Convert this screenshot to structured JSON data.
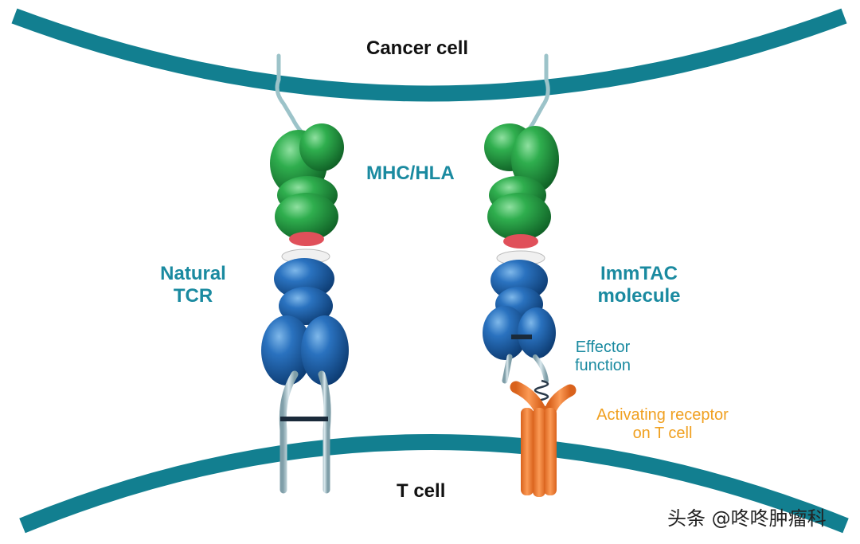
{
  "labels": {
    "cancer_cell": "Cancer cell",
    "t_cell": "T cell",
    "mhc_hla": "MHC/HLA",
    "natural_tcr": [
      "Natural",
      "TCR"
    ],
    "immtac_molecule": [
      "ImmTAC",
      "molecule"
    ],
    "effector_function": [
      "Effector",
      "function"
    ],
    "activating_receptor": [
      "Activating receptor",
      "on T cell"
    ],
    "watermark": "头条 @咚咚肿瘤科"
  },
  "colors": {
    "membrane": "#127f90",
    "label_teal": "#1a8aa0",
    "label_orange": "#f0a020",
    "mhc_green": "#1f9a3a",
    "peptide_red": "#e0505a",
    "tcr_blue": "#1e62a8",
    "receptor_orange": "#f08238",
    "stalk": "#a8c4cc"
  },
  "icons": [
    "mhc-molecule",
    "natural-tcr-molecule",
    "immtac-molecule",
    "activating-receptor"
  ]
}
